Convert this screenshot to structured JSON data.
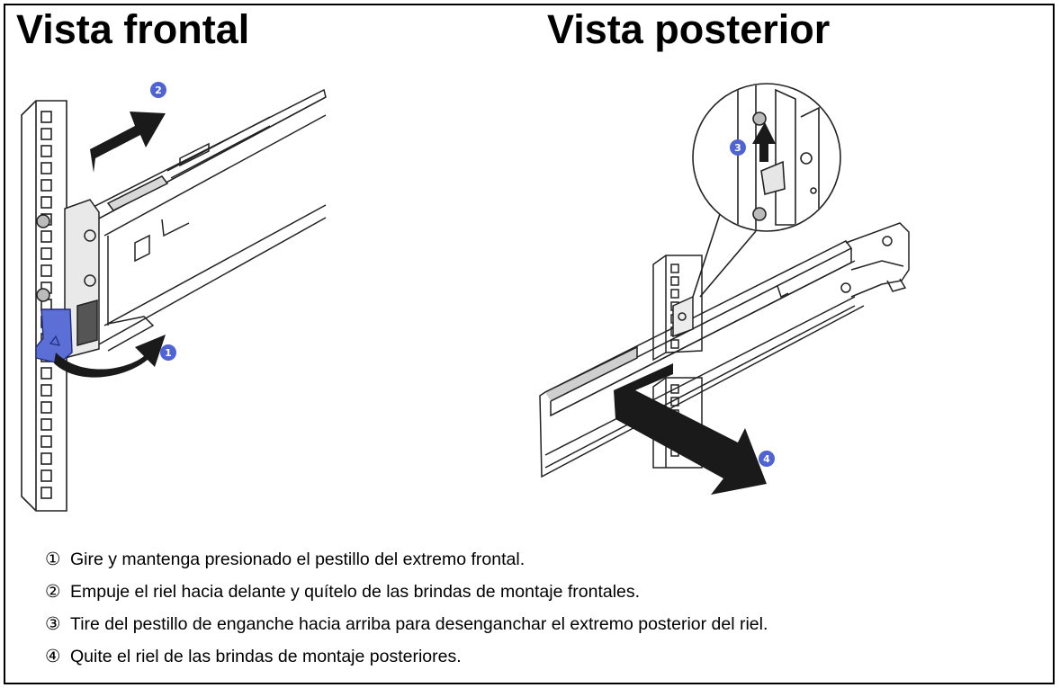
{
  "titles": {
    "front": "Vista frontal",
    "rear": "Vista posterior"
  },
  "callouts": [
    {
      "id": "1",
      "label": "1"
    },
    {
      "id": "2",
      "label": "2"
    },
    {
      "id": "3",
      "label": "3"
    },
    {
      "id": "4",
      "label": "4"
    }
  ],
  "steps": [
    {
      "num": "①",
      "text": "Gire y mantenga presionado el pestillo del extremo frontal."
    },
    {
      "num": "②",
      "text": "Empuje el riel hacia delante y quítelo de las brindas de montaje frontales."
    },
    {
      "num": "③",
      "text": "Tire del pestillo de enganche hacia arriba para desenganchar el extremo posterior del riel."
    },
    {
      "num": "④",
      "text": "Quite el riel de las brindas de montaje posteriores."
    }
  ],
  "colors": {
    "latch": "#5b6fd6",
    "badge": "#4f63d2",
    "arrow": "#1a1a1a",
    "line": "#222222"
  }
}
